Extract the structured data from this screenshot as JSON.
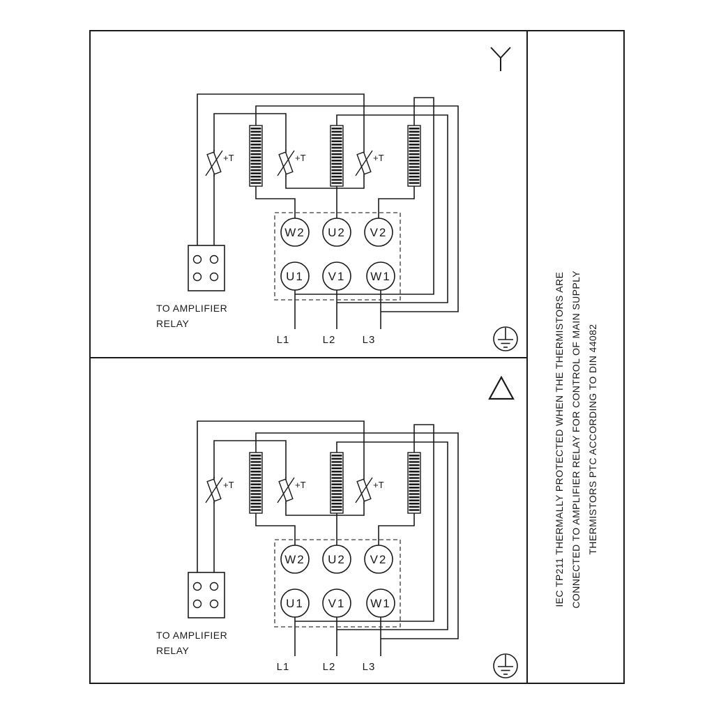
{
  "side_note": {
    "lines": [
      "IEC TP211 THERMALLY PROTECTED WHEN THE THERMISTORS ARE",
      "CONNECTED TO AMPLIFIER RELAY FOR CONTROL OF MAIN SUPPLY",
      "THERMISTORS PTC ACCORDING TO DIN 44082"
    ]
  },
  "panels": [
    {
      "connection": "star",
      "thermistor_label": "+T",
      "terminals_top": [
        "W2",
        "U2",
        "V2"
      ],
      "terminals_bottom": [
        "U1",
        "V1",
        "W1"
      ],
      "supply_lines": [
        "L1",
        "L2",
        "L3"
      ],
      "relay_label_line1": "TO AMPLIFIER",
      "relay_label_line2": "RELAY"
    },
    {
      "connection": "delta",
      "thermistor_label": "+T",
      "terminals_top": [
        "W2",
        "U2",
        "V2"
      ],
      "terminals_bottom": [
        "U1",
        "V1",
        "W1"
      ],
      "supply_lines": [
        "L1",
        "L2",
        "L3"
      ],
      "relay_label_line1": "TO AMPLIFIER",
      "relay_label_line2": "RELAY"
    }
  ],
  "colors": {
    "line": "#1a1a1a",
    "background": "#ffffff"
  }
}
